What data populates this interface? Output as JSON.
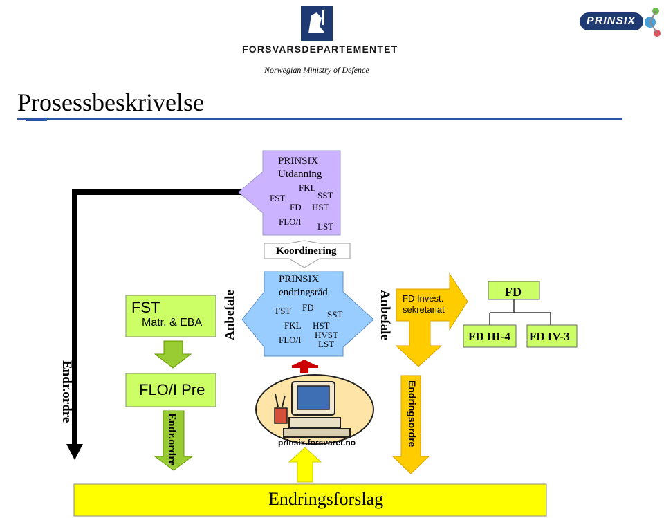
{
  "header": {
    "ministry_name": "FORSVARSDEPARTEMENTET",
    "ministry_subtitle": "Norwegian Ministry of Defence",
    "prinsix_logo_text": "PRINSIX"
  },
  "page_title": "Prosessbeskrivelse",
  "utdanning_box": {
    "title1": "PRINSIX",
    "title2": "Utdanning",
    "fkl": "FKL",
    "sst": "SST",
    "fst": "FST",
    "fd": "FD",
    "hst": "HST",
    "floi": "FLO/I",
    "lst": "LST"
  },
  "koordinering_label": "Koordinering",
  "endringsrad_box": {
    "title1": "PRINSIX",
    "title2": "endringsråd",
    "fst": "FST",
    "fd": "FD",
    "sst": "SST",
    "fkl": "FKL",
    "hst": "HST",
    "floi": "FLO/I",
    "hvst": "HVST",
    "lst": "LST"
  },
  "fst_box": {
    "title": "FST",
    "subtitle": "Matr. & EBA"
  },
  "anbefale_left": "Anbefale",
  "anbefale_right": "Anbefale",
  "fd_invest_arrow": {
    "line1": "FD Invest.",
    "line2": "sekretariat"
  },
  "fd_org": {
    "top": "FD",
    "left": "FD III-4",
    "right": "FD IV-3"
  },
  "endr_ordre_left": "Endr.ordre",
  "floi_pre_box": "FLO/I Pre",
  "endr_ordre_small": "Endr.ordre",
  "computer_caption": "prinsix.forsvaret.no",
  "endringsordre_label": "Endringsordre",
  "endringsforslag_label": "Endringsforslag",
  "colors": {
    "green": "#ccff66",
    "green_arrow": "#99cc33",
    "lilac": "#ccb3ff",
    "sky": "#99ccff",
    "yellow": "#ffff00",
    "orange": "#ffcc00",
    "navy": "#1f3a73",
    "accent": "#2a55aa"
  }
}
